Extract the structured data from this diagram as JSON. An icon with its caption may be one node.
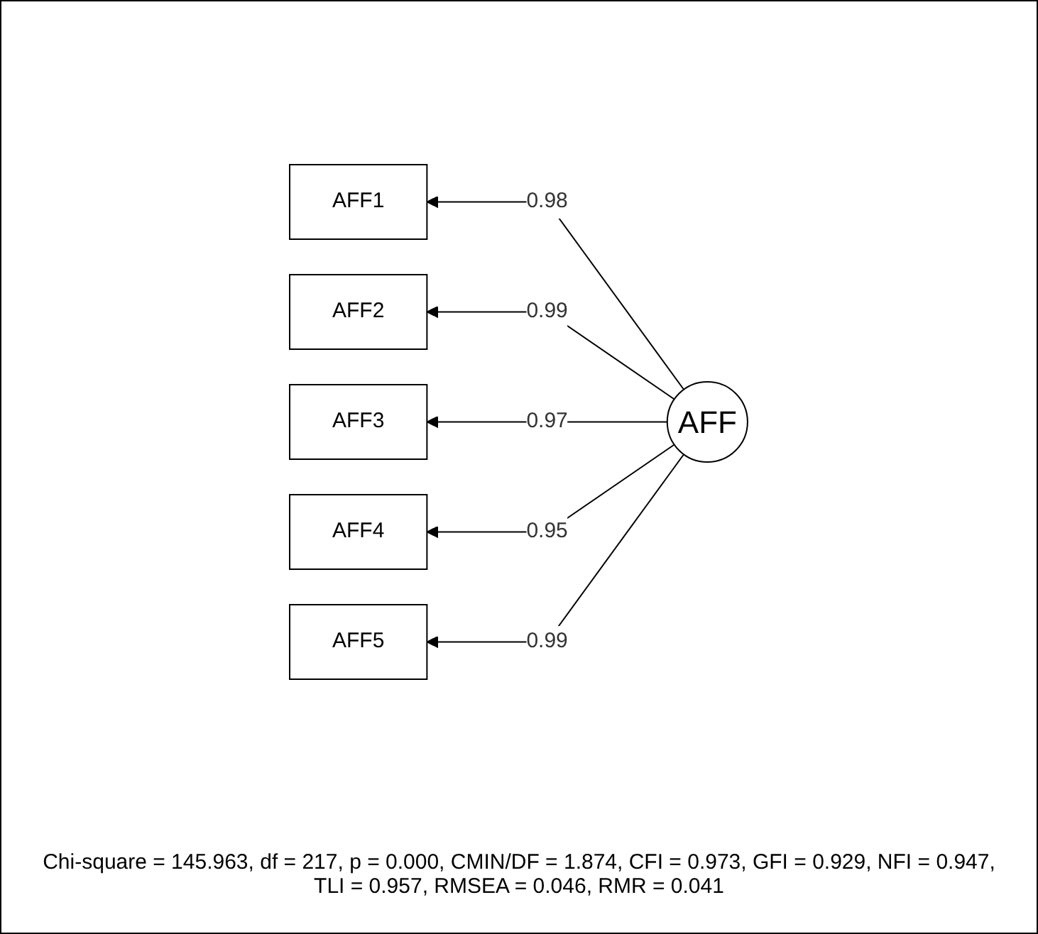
{
  "diagram": {
    "caption": "Chi-square = 145.963, df = 217, p = 0.000, CMIN/DF = 1.874, CFI = 0.973, GFI = 0.929, NFI = 0.947, TLI = 0.957, RMSEA = 0.046, RMR = 0.041",
    "nodes": [
      {
        "text": [
          "AFF1"
        ]
      },
      {
        "text": [
          "AFF2"
        ]
      },
      {
        "text": [
          "AFF3"
        ]
      },
      {
        "text": [
          "AFF4"
        ]
      },
      {
        "text": [
          "AFF5"
        ]
      },
      {
        "text": [
          "AFF"
        ]
      }
    ],
    "edges": [
      {
        "from": 5,
        "to": 0,
        "arrow": "to",
        "label": "0.98"
      },
      {
        "from": 5,
        "to": 1,
        "arrow": "to",
        "label": "0.99"
      },
      {
        "from": 5,
        "to": 2,
        "arrow": "to",
        "label": "0.97"
      },
      {
        "from": 5,
        "to": 3,
        "arrow": "to",
        "label": "0.95"
      },
      {
        "from": 5,
        "to": 4,
        "arrow": "to",
        "label": "0.99"
      }
    ]
  }
}
